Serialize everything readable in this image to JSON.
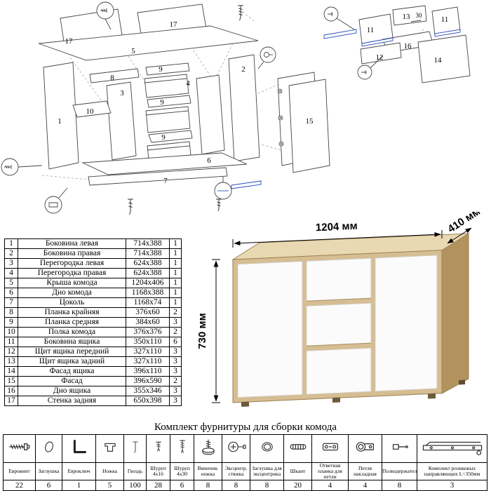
{
  "diagram": {
    "main": [
      "17",
      "17",
      "5",
      "8",
      "3",
      "10",
      "1",
      "9",
      "9",
      "9",
      "4",
      "2",
      "15",
      "6",
      "7"
    ],
    "detail": [
      "13",
      "11",
      "11",
      "16",
      "12",
      "14",
      "30"
    ]
  },
  "render": {
    "dims": {
      "width": "1204 мм",
      "depth": "410 мм",
      "height": "730 мм"
    }
  },
  "parts_table": {
    "rows": [
      {
        "num": "1",
        "name": "Боковина левая",
        "size": "714x388",
        "qty": "1"
      },
      {
        "num": "2",
        "name": "Боковина правая",
        "size": "714x388",
        "qty": "1"
      },
      {
        "num": "3",
        "name": "Перегородка левая",
        "size": "624x388",
        "qty": "1"
      },
      {
        "num": "4",
        "name": "Перегородка правая",
        "size": "624x388",
        "qty": "1"
      },
      {
        "num": "5",
        "name": "Крыша комода",
        "size": "1204x406",
        "qty": "1"
      },
      {
        "num": "6",
        "name": "Дно комода",
        "size": "1168x388",
        "qty": "1"
      },
      {
        "num": "7",
        "name": "Цоколь",
        "size": "1168x74",
        "qty": "1"
      },
      {
        "num": "8",
        "name": "Планка крайняя",
        "size": "376x60",
        "qty": "2"
      },
      {
        "num": "9",
        "name": "Планка средняя",
        "size": "384x60",
        "qty": "3"
      },
      {
        "num": "10",
        "name": "Полка комода",
        "size": "376x376",
        "qty": "2"
      },
      {
        "num": "11",
        "name": "Боковина ящика",
        "size": "350x110",
        "qty": "6"
      },
      {
        "num": "12",
        "name": "Щит ящика передний",
        "size": "327x110",
        "qty": "3"
      },
      {
        "num": "13",
        "name": "Щит ящика задний",
        "size": "327x110",
        "qty": "3"
      },
      {
        "num": "14",
        "name": "Фасад ящика",
        "size": "396x110",
        "qty": "3"
      },
      {
        "num": "15",
        "name": "Фасад",
        "size": "396x590",
        "qty": "2"
      },
      {
        "num": "16",
        "name": "Дно ящика",
        "size": "355x346",
        "qty": "3"
      },
      {
        "num": "17",
        "name": "Стенка задняя",
        "size": "650x398",
        "qty": "3"
      }
    ]
  },
  "hardware": {
    "title": "Комплект фурнитуры для сборки комода",
    "items": [
      {
        "name": "Евровинт",
        "qty": "22",
        "icon": "euro-screw-icon"
      },
      {
        "name": "Заглушка",
        "qty": "6",
        "icon": "cap-icon"
      },
      {
        "name": "Евроключ",
        "qty": "1",
        "icon": "hex-key-icon"
      },
      {
        "name": "Ножка",
        "qty": "5",
        "icon": "foot-icon"
      },
      {
        "name": "Гвоздь",
        "qty": "100",
        "icon": "nail-icon"
      },
      {
        "name": "Шуруп 4x16",
        "qty": "28",
        "icon": "screw-short-icon"
      },
      {
        "name": "Шуруп 4x30",
        "qty": "6",
        "icon": "screw-long-icon"
      },
      {
        "name": "Ввинчив. ножка",
        "qty": "8",
        "icon": "screw-in-foot-icon"
      },
      {
        "name": "Эксцентр. стяжка",
        "qty": "8",
        "icon": "cam-lock-icon"
      },
      {
        "name": "Заглушка для эксцентрика",
        "qty": "8",
        "icon": "cam-cap-icon"
      },
      {
        "name": "Шкант",
        "qty": "20",
        "icon": "dowel-icon"
      },
      {
        "name": "Ответная планка для петли",
        "qty": "4",
        "icon": "hinge-plate-icon"
      },
      {
        "name": "Петля накладная",
        "qty": "4",
        "icon": "hinge-icon"
      },
      {
        "name": "Полкодержатель",
        "qty": "8",
        "icon": "shelf-pin-icon"
      },
      {
        "name": "Комплект роликовых направляющих L=350мм",
        "qty": "3",
        "icon": "drawer-slide-icon"
      }
    ]
  },
  "colors": {
    "wood_top": "#e9d9b2",
    "wood_front": "#d6bd92",
    "wood_side": "#b2935e",
    "panel_white": "#fbfbfb",
    "accent_blue": "#2f4fbf",
    "line": "#444444"
  }
}
